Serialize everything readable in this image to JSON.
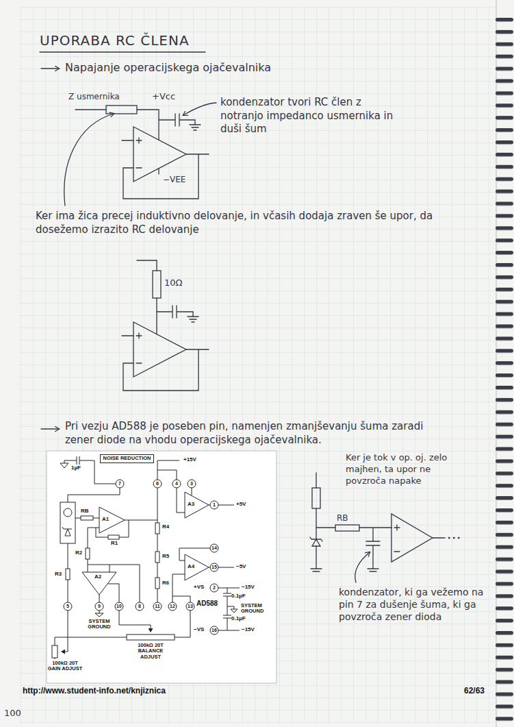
{
  "diagram": {
    "title": "UPORABA RC ČLENA",
    "nodes": [
      {
        "text": [
          "NOISE REDUCTION"
        ]
      }
    ],
    "labels": [
      "Napajanje operacijskega ojačevalnika",
      "Z usmernika",
      "+Vcc",
      "kondenzator tvori RC člen z notranjo impedanco usmernika in duši šum",
      "−VEE",
      "Ker ima žica precej induktivno delovanje, in včasih dodaja zraven še upor, da dosežemo izrazito RC delovanje",
      "10Ω",
      "Pri vezju AD588 je poseben pin, namenjen zmanjševanju šuma zaradi zener diode na vhodu operacijskega ojačevalnika.",
      "1µF",
      "+15V",
      "7",
      "6",
      "4",
      "3",
      "1",
      "+5V",
      "RB",
      "A1",
      "R1",
      "R4",
      "A3",
      "R2",
      "R5",
      "14",
      "A4",
      "15",
      "−5V",
      "R3",
      "A2",
      "R6",
      "+VS",
      "2",
      "−15V",
      "0.1µF",
      "SYSTEM GROUND",
      "AD588",
      "0.1µF",
      "−VS",
      "16",
      "−15V",
      "5",
      "9",
      "10",
      "8",
      "11",
      "12",
      "13",
      "SYSTEM GROUND",
      "100kΩ 20T BALANCE ADJUST",
      "100kΩ 20T GAIN ADJUST",
      "Ker je tok v op. oj. zelo majhen, ta upor ne povzroča napake",
      "RB",
      "kondenzator, ki ga vežemo na pin 7 za dušenje šuma, ki ga povzroča zener dioda",
      "http://www.student-info.net/knjiznica",
      "62/63",
      "100"
    ]
  }
}
